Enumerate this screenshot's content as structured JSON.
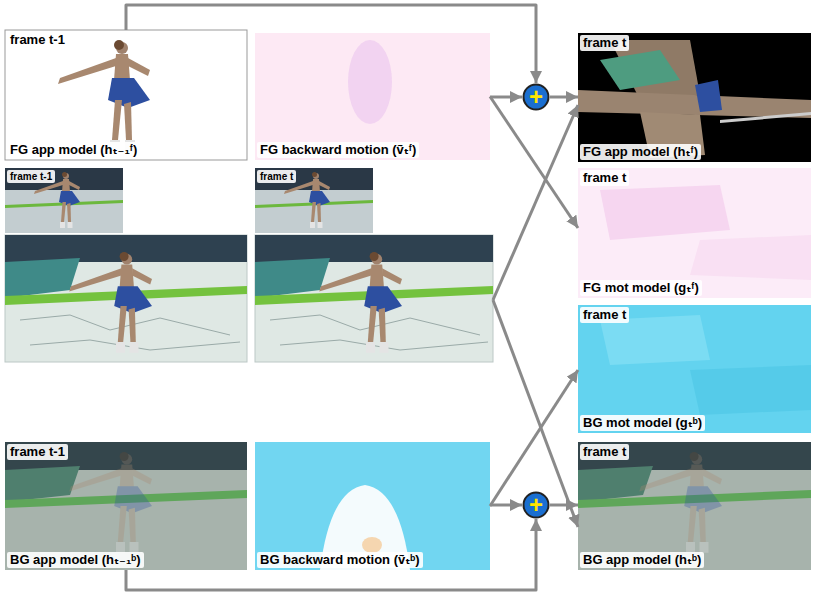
{
  "diagram": {
    "nodes": [
      {
        "text": [
          "frame t-1",
          "FG app model (hₜ₋₁ᶠ)"
        ]
      },
      {
        "text": [
          "FG backward motion (ṽₜᶠ)"
        ]
      },
      {
        "text": [
          "+"
        ]
      },
      {
        "text": [
          "frame t",
          "FG app model (hₜᶠ)"
        ]
      },
      {
        "text": [
          "frame t",
          "FG mot model (gₜᶠ)"
        ]
      },
      {
        "text": [
          "frame t-1"
        ]
      },
      {
        "text": [
          "frame t"
        ]
      },
      {
        "text": [
          "frame t",
          "BG mot model (gₜᵇ)"
        ]
      },
      {
        "text": [
          "frame t-1",
          "BG app model (hₜ₋₁ᵇ)"
        ]
      },
      {
        "text": [
          "BG backward motion (ṽₜᵇ)"
        ]
      },
      {
        "text": [
          "+"
        ]
      },
      {
        "text": [
          "frame t",
          "BG app model (hₜᵇ)"
        ]
      }
    ],
    "edges": [
      {
        "from": 0,
        "to": 2,
        "arrow": "to"
      },
      {
        "from": 1,
        "to": 2,
        "arrow": "to"
      },
      {
        "from": 2,
        "to": 3,
        "arrow": "to"
      },
      {
        "from": 1,
        "to": 4,
        "arrow": "to"
      },
      {
        "from": 6,
        "to": 3,
        "arrow": "to"
      },
      {
        "from": 6,
        "to": 11,
        "arrow": "to"
      },
      {
        "from": 9,
        "to": 10,
        "arrow": "to"
      },
      {
        "from": 9,
        "to": 7,
        "arrow": "to"
      },
      {
        "from": 8,
        "to": 10,
        "arrow": "to"
      },
      {
        "from": 10,
        "to": 11,
        "arrow": "to"
      }
    ]
  }
}
